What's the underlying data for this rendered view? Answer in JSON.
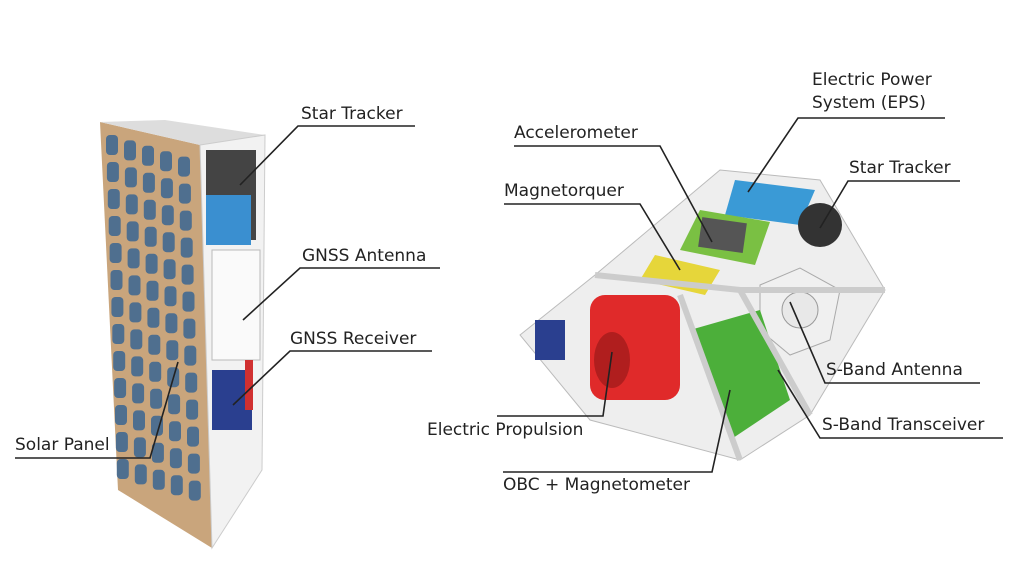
{
  "left_model": {
    "labels": {
      "star_tracker": "Star Tracker",
      "gnss_antenna": "GNSS Antenna",
      "gnss_receiver": "GNSS Receiver",
      "solar_panel": "Solar Panel"
    }
  },
  "right_model": {
    "labels": {
      "eps_line1": "Electric Power",
      "eps_line2": "System (EPS)",
      "accelerometer": "Accelerometer",
      "magnetorquer": "Magnetorquer",
      "star_tracker": "Star Tracker",
      "s_band_antenna": "S-Band Antenna",
      "s_band_transceiver": "S-Band Transceiver",
      "electric_propulsion": "Electric Propulsion",
      "obc_magnetometer": "OBC + Magnetometer"
    }
  },
  "colors": {
    "solar_frame": "#c9a57c",
    "solar_cell": "#4f6f8f",
    "structure": "#e6e6e6",
    "eps": "#3a9ad6",
    "propulsion": "#e02a2a",
    "obc": "#4caf3a",
    "magnetorquer": "#e6d63a",
    "receiver": "#2a3f8f"
  }
}
